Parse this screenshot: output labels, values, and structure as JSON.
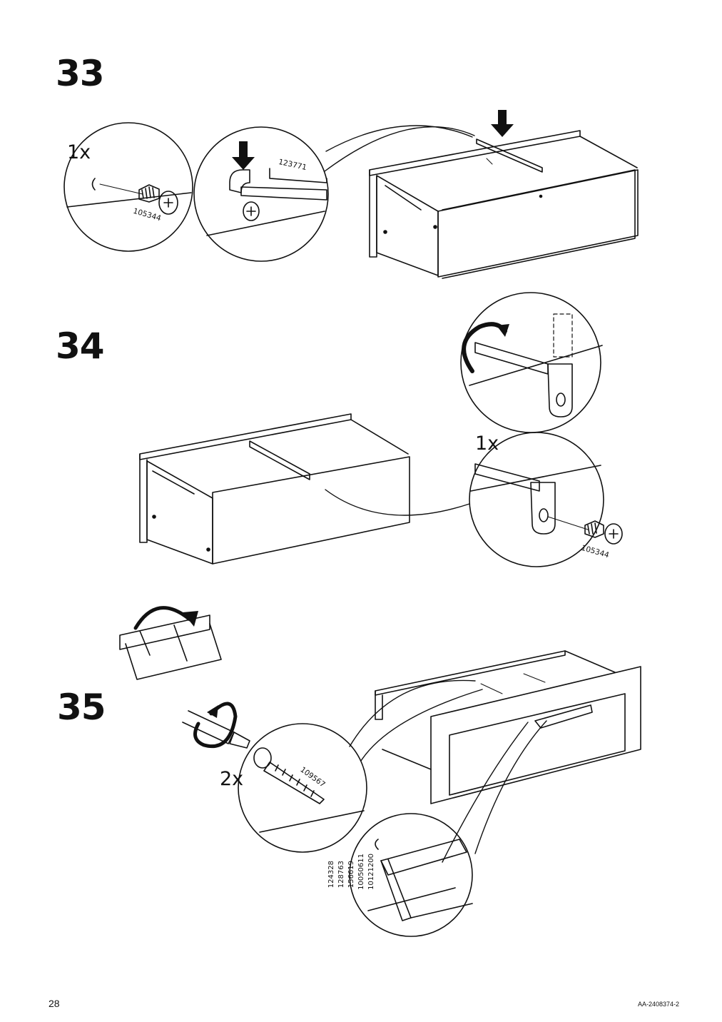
{
  "page": {
    "number": "28",
    "doc_code": "AA-2408374-2"
  },
  "steps": [
    {
      "number": "33",
      "qty": "1x",
      "parts": [
        "105344",
        "123771"
      ]
    },
    {
      "number": "34",
      "qty": "1x",
      "parts": [
        "105344"
      ]
    },
    {
      "number": "35",
      "qty": "2x",
      "parts": [
        "109567"
      ],
      "handle_codes": [
        "124328",
        "128763",
        "156619",
        "10050611",
        "10121200"
      ]
    }
  ]
}
